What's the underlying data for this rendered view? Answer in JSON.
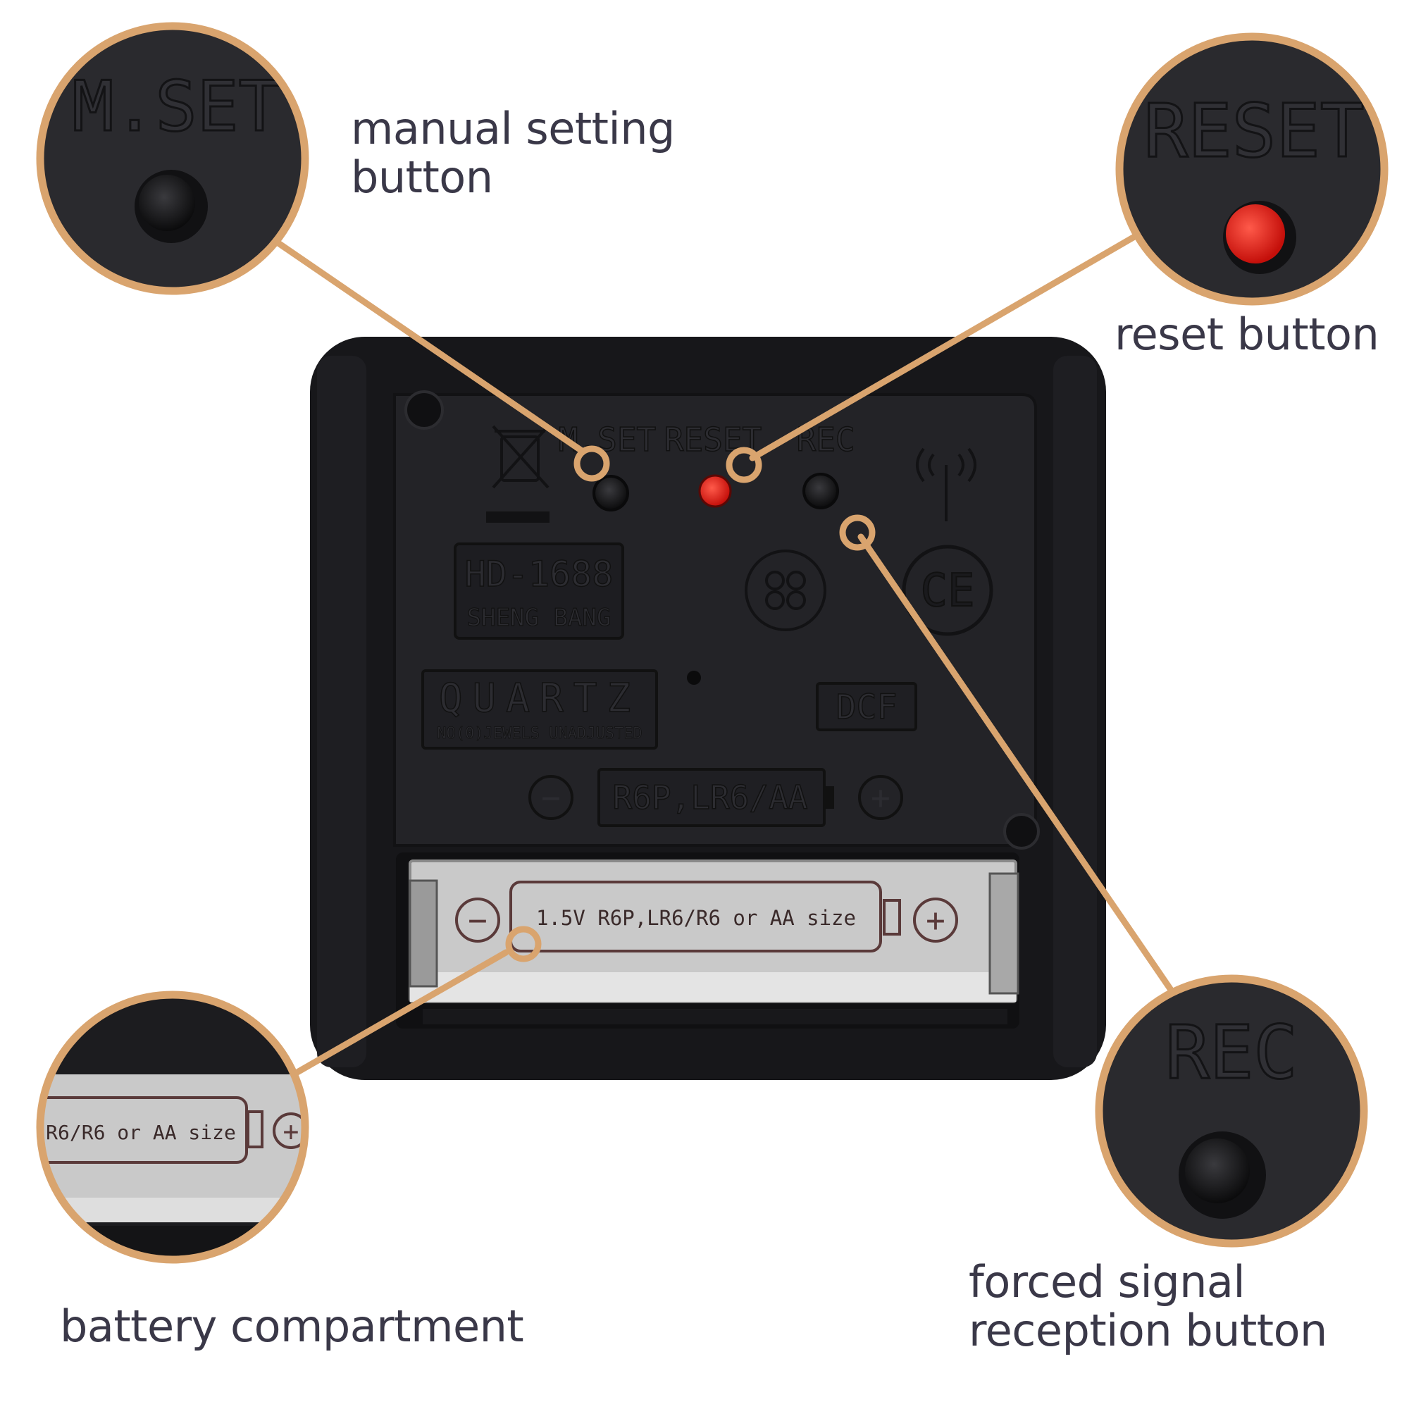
{
  "colors": {
    "accent": "#d9a46e",
    "label_text": "#3a3848",
    "housing": "#17171a",
    "panel": "#232327",
    "reset_red": "#e01b14",
    "battery_metal": "#c9c9c9"
  },
  "callouts": [
    {
      "id": "mset",
      "label": "manual setting\nbutton",
      "zoom_text": "M.SET",
      "button": "black"
    },
    {
      "id": "reset",
      "label": "reset button",
      "zoom_text": "RESET",
      "button": "red"
    },
    {
      "id": "rec",
      "label": "forced signal\nreception button",
      "zoom_text": "REC",
      "button": "black"
    },
    {
      "id": "battery",
      "label": "battery compartment",
      "zoom_text": "R6/R6 or AA size"
    }
  ],
  "device": {
    "button_labels": [
      "M.SET",
      "RESET",
      "REC"
    ],
    "model": "HD-1688",
    "maker": "SHENG BANG",
    "quartz": "QUARTZ",
    "quartz_sub": "NO(0)JEWELS UNADJUSTED",
    "dcf": "DCF",
    "battery_type": "R6P,LR6/AA",
    "battery_label": "1.5V R6P,LR6/R6 or AA size",
    "ce_mark": "CE",
    "minus_sign": "−",
    "plus_sign": "+"
  }
}
